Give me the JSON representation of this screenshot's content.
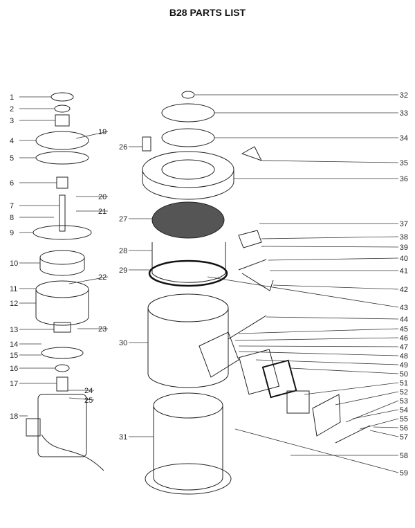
{
  "title": "B28 PARTS LIST",
  "part_numbers": [
    "1",
    "2",
    "3",
    "4",
    "5",
    "6",
    "7",
    "8",
    "9",
    "10",
    "11",
    "12",
    "13",
    "14",
    "15",
    "16",
    "17",
    "18",
    "19",
    "20",
    "21",
    "22",
    "23",
    "24",
    "25",
    "26",
    "27",
    "28",
    "29",
    "30",
    "31",
    "32",
    "33",
    "34",
    "35",
    "36",
    "37",
    "38",
    "39",
    "40",
    "41",
    "42",
    "43",
    "44",
    "45",
    "46",
    "47",
    "48",
    "49",
    "50",
    "51",
    "52",
    "53",
    "54",
    "55",
    "56",
    "57",
    "58",
    "59"
  ]
}
